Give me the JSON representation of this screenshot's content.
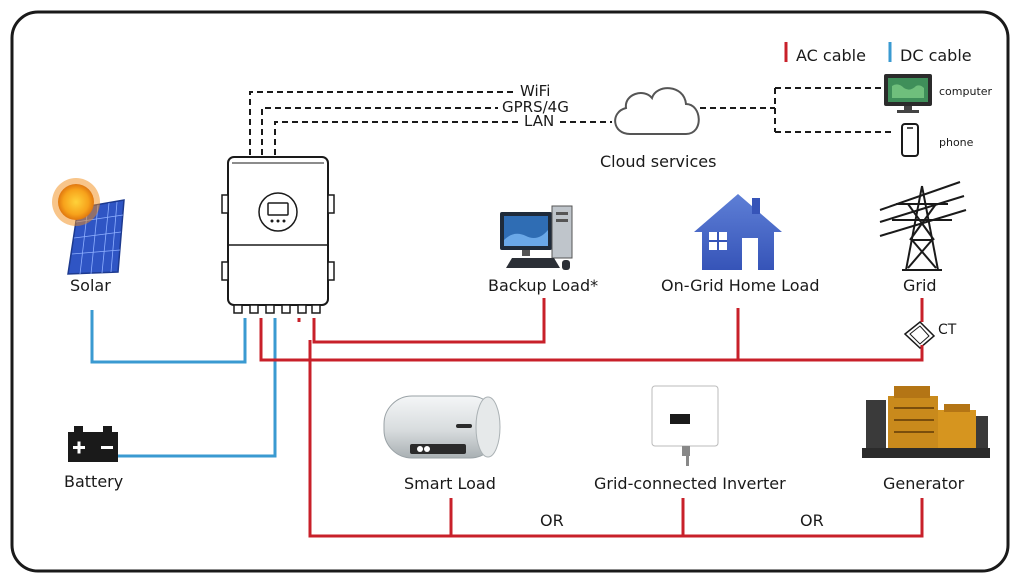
{
  "legend": {
    "ac_label": "AC cable",
    "dc_label": "DC cable",
    "ac_color": "#c8202a",
    "dc_color": "#3a9ad1"
  },
  "comm": {
    "wifi": "WiFi",
    "gprs": "GPRS/4G",
    "lan": "LAN",
    "cloud_label": "Cloud services",
    "computer_label": "computer",
    "phone_label": "phone"
  },
  "nodes": {
    "solar": "Solar",
    "battery": "Battery",
    "backup_load": "Backup Load*",
    "home_load": "On-Grid Home Load",
    "grid": "Grid",
    "ct": "CT",
    "smart_load": "Smart Load",
    "grid_inverter": "Grid-connected Inverter",
    "generator": "Generator"
  },
  "or_labels": [
    "OR",
    "OR"
  ],
  "icons": {
    "sun": "sun-icon",
    "solar_panel": "solar-panel-icon",
    "battery": "battery-icon",
    "inverter": "hybrid-inverter-icon",
    "cloud": "cloud-icon",
    "computer": "computer-monitor-icon",
    "phone": "smartphone-icon",
    "desktop_pc": "desktop-pc-icon",
    "house": "house-icon",
    "pylon": "power-pylon-icon",
    "ct_clamp": "ct-clamp-icon",
    "water_heater": "water-heater-icon",
    "string_inverter": "string-inverter-icon",
    "generator": "diesel-generator-icon"
  }
}
